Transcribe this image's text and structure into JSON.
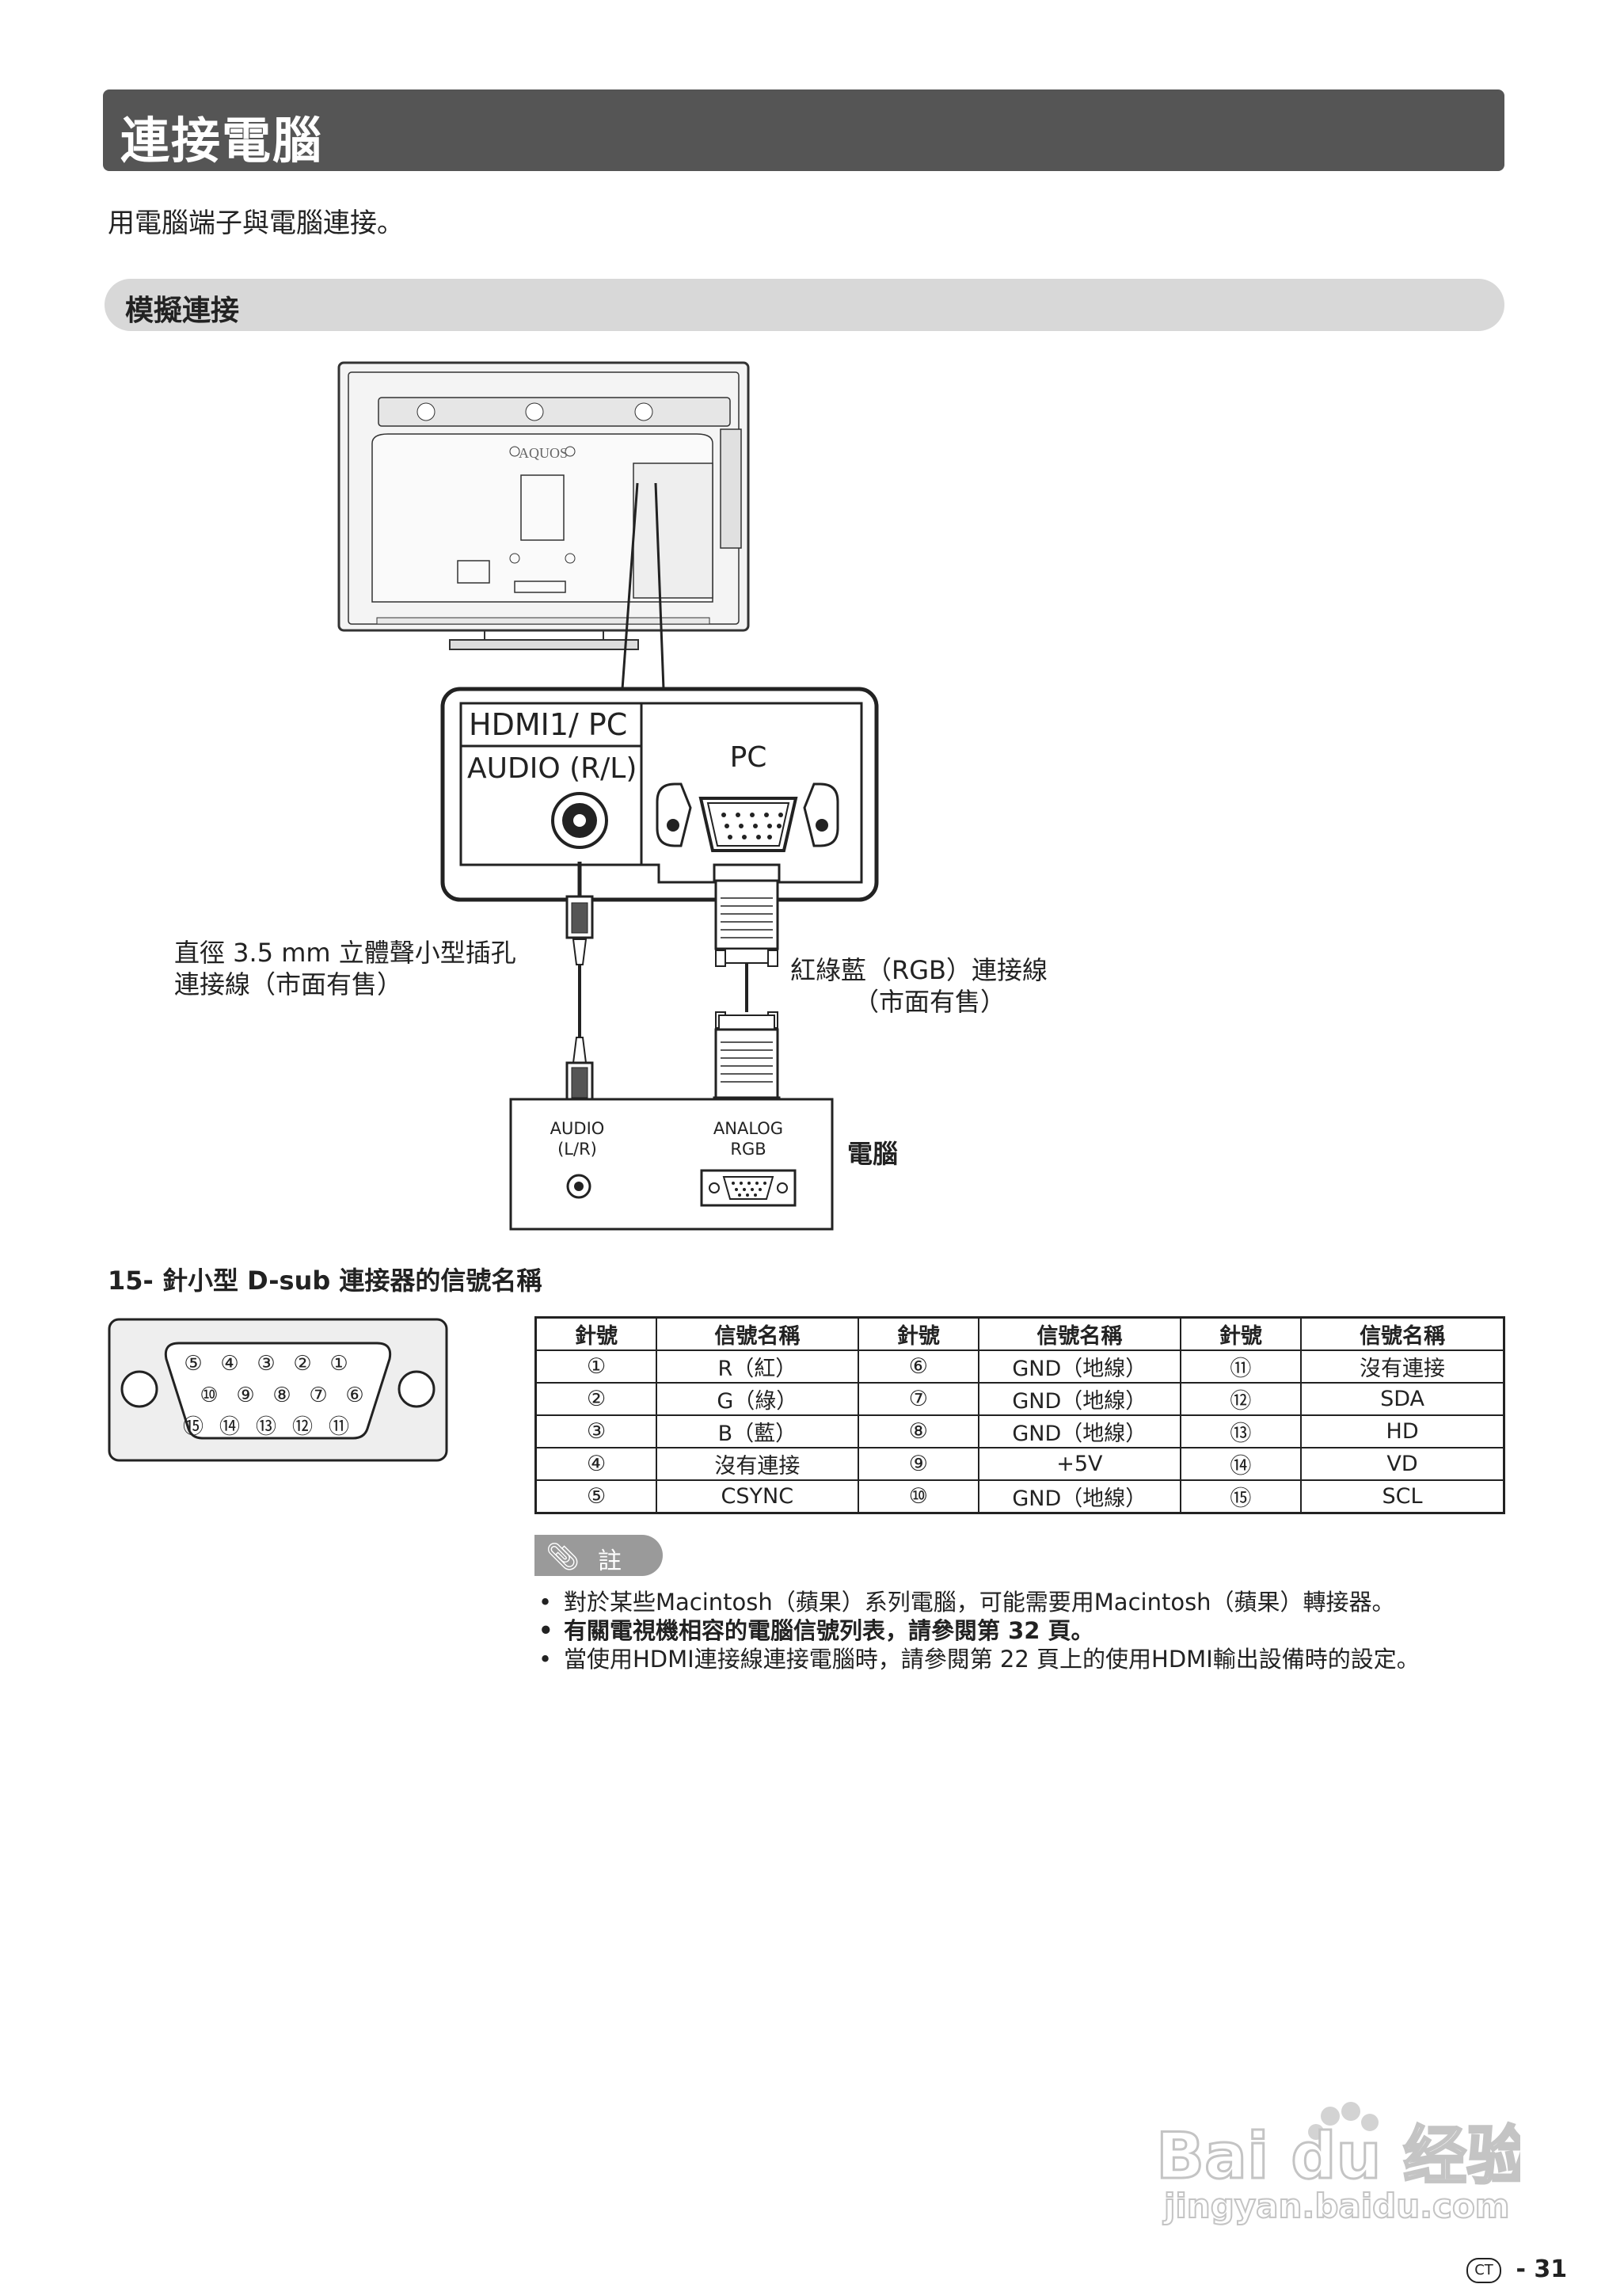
{
  "title": "連接電腦",
  "intro": "用電腦端子與電腦連接。",
  "section": "模擬連接",
  "diagram": {
    "tv_logo": "AQUOS",
    "terminal_label_1": "HDMI1/ PC",
    "terminal_label_2": "AUDIO (R/L)",
    "terminal_pc": "PC",
    "audio_cable_label_1": "直徑 3.5 mm 立體聲小型插孔",
    "audio_cable_label_2": "連接線（市面有售）",
    "rgb_cable_label_1": "紅綠藍（RGB）連接線",
    "rgb_cable_label_2": "（市面有售）",
    "pc_audio_label_1": "AUDIO",
    "pc_audio_label_2": "(L/R)",
    "pc_rgb_label_1": "ANALOG",
    "pc_rgb_label_2": "RGB",
    "computer_label": "電腦"
  },
  "pin_section": {
    "heading": "15- 針小型 D-sub 連接器的信號名稱",
    "connector_row1": [
      "⑤",
      "④",
      "③",
      "②",
      "①"
    ],
    "connector_row2": [
      "⑩",
      "⑨",
      "⑧",
      "⑦",
      "⑥"
    ],
    "connector_row3": [
      "⑮",
      "⑭",
      "⑬",
      "⑫",
      "⑪"
    ]
  },
  "pin_table": {
    "headers": [
      "針號",
      "信號名稱",
      "針號",
      "信號名稱",
      "針號",
      "信號名稱"
    ],
    "rows": [
      [
        "①",
        "R（紅）",
        "⑥",
        "GND（地線）",
        "⑪",
        "沒有連接"
      ],
      [
        "②",
        "G（綠）",
        "⑦",
        "GND（地線）",
        "⑫",
        "SDA"
      ],
      [
        "③",
        "B（藍）",
        "⑧",
        "GND（地線）",
        "⑬",
        "HD"
      ],
      [
        "④",
        "沒有連接",
        "⑨",
        "+5V",
        "⑭",
        "VD"
      ],
      [
        "⑤",
        "CSYNC",
        "⑩",
        "GND（地線）",
        "⑮",
        "SCL"
      ]
    ]
  },
  "note": {
    "tag": "註",
    "items": [
      "對於某些Macintosh（蘋果）系列電腦，可能需要用Macintosh（蘋果）轉接器。",
      "有關電視機相容的電腦信號列表，請參閱第 32 頁。",
      "當使用HDMI連接線連接電腦時，請參閱第 22 頁上的使用HDMI輸出設備時的設定。"
    ]
  },
  "page": {
    "lang_badge": "CT",
    "number": "31"
  },
  "watermark": {
    "brand": "Bai du 经验",
    "url": "jingyan.baidu.com"
  }
}
